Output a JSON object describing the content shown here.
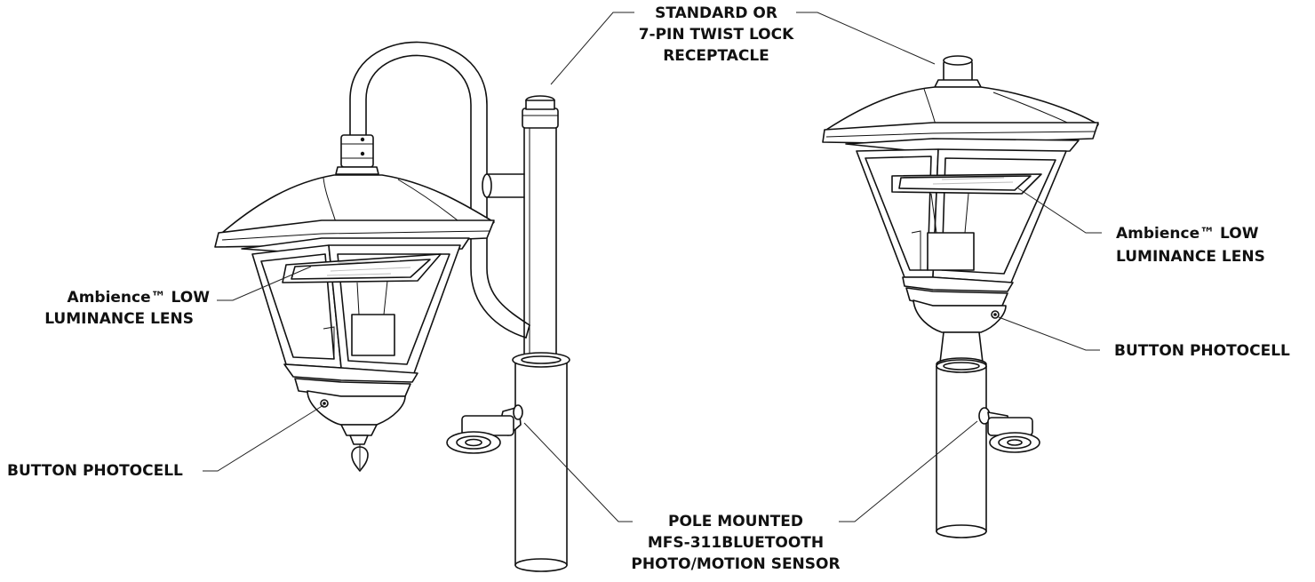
{
  "callouts": {
    "receptacle": [
      "STANDARD OR",
      "7-PIN TWIST LOCK",
      "RECEPTACLE"
    ],
    "lens_left": [
      "Ambience™ LOW",
      "LUMINANCE LENS"
    ],
    "lens_right": [
      "Ambience™ LOW",
      "LUMINANCE LENS"
    ],
    "photocell_left": "BUTTON PHOTOCELL",
    "photocell_right": "BUTTON PHOTOCELL",
    "sensor": [
      "POLE MOUNTED",
      "MFS-311BLUETOOTH",
      "PHOTO/MOTION SENSOR"
    ]
  }
}
